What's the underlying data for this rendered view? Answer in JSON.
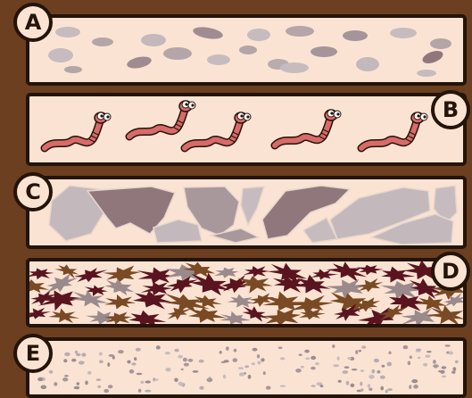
{
  "colors": {
    "background": "#6b3f1f",
    "panel": "#fbe3d3",
    "border": "#241409",
    "rock_light": "#c6bcbf",
    "rock_mid": "#a8979b",
    "rock_dark": "#8f777c",
    "worm": "#d96a6a",
    "leaf_dark": "#5a1420",
    "leaf_brown": "#7a4a24",
    "leaf_gray": "#9a8a8c",
    "sand": "#b8aeb0"
  },
  "layers": [
    {
      "label": "A",
      "content": "pebbles"
    },
    {
      "label": "B",
      "content": "earthworms"
    },
    {
      "label": "C",
      "content": "rocks"
    },
    {
      "label": "D",
      "content": "leaf-litter"
    },
    {
      "label": "E",
      "content": "sand"
    }
  ]
}
